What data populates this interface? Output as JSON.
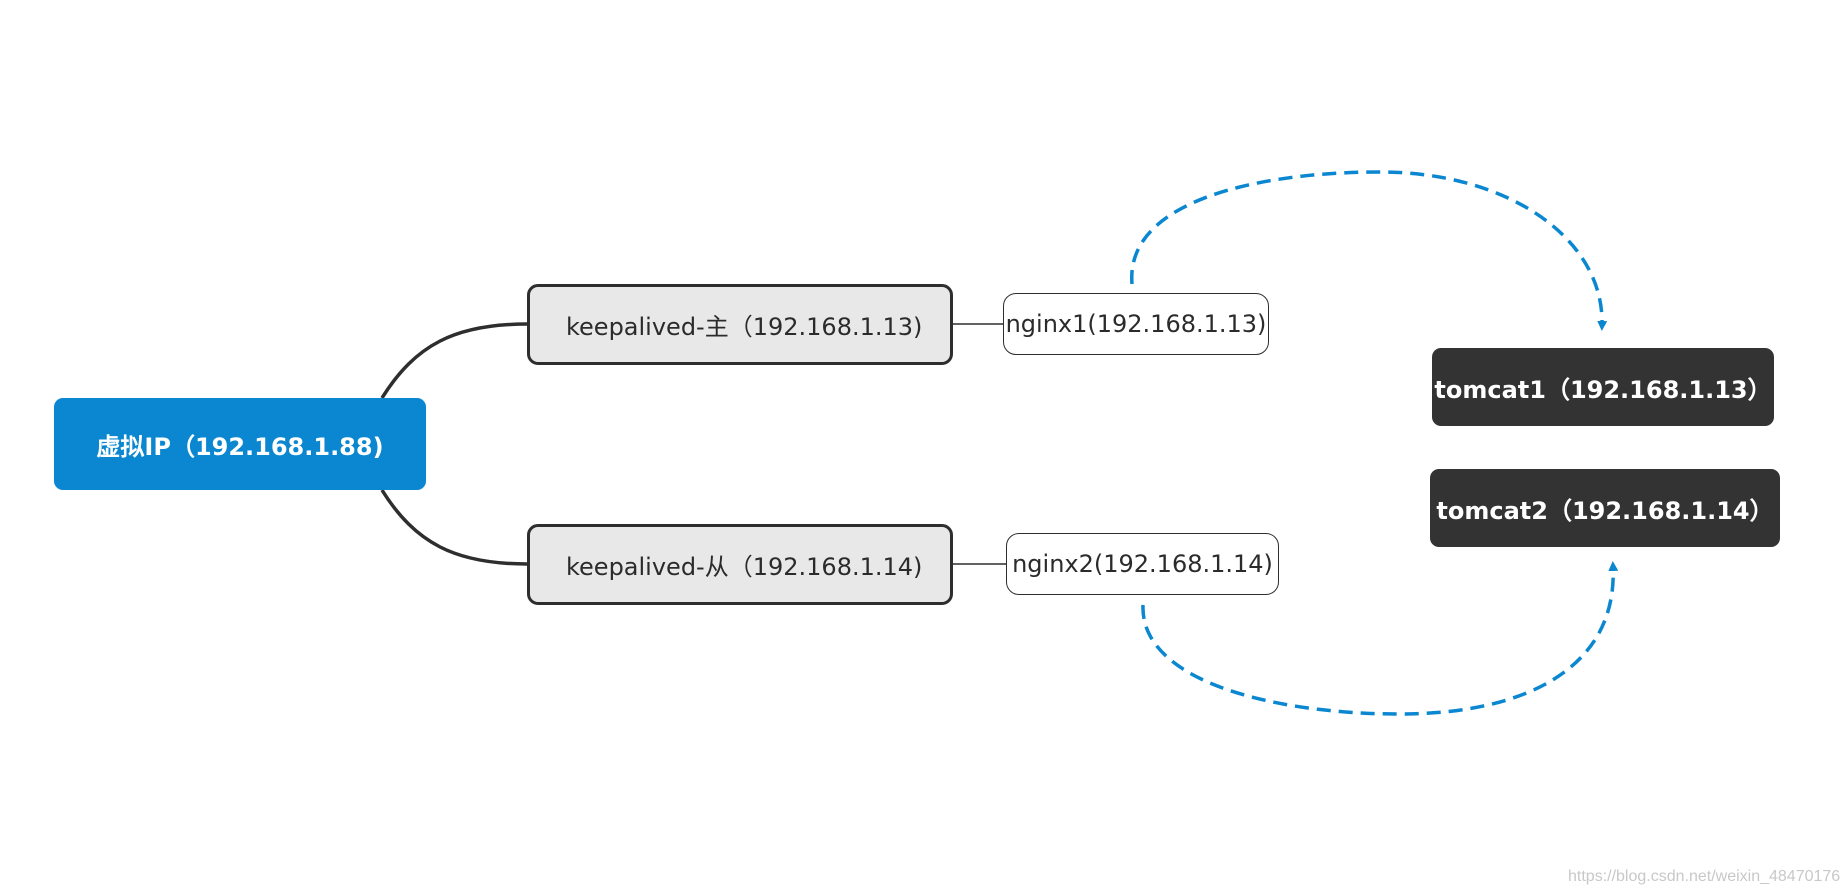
{
  "nodes": {
    "virtual_ip": "虚拟IP（192.168.1.88)",
    "keepalived_master": "keepalived-主（192.168.1.13)",
    "keepalived_slave": "keepalived-从（192.168.1.14)",
    "nginx1": "nginx1(192.168.1.13)",
    "nginx2": "nginx2(192.168.1.14)",
    "tomcat1": "tomcat1（192.168.1.13）",
    "tomcat2": "tomcat2（192.168.1.14）"
  },
  "watermark": "https://blog.csdn.net/weixin_48470176",
  "colors": {
    "vip_fill": "#0a87d0",
    "tomcat_fill": "#333333",
    "keepalived_fill": "#e8e8e8",
    "dashed_arrow": "#0a87d0",
    "connector": "#2e2e2e"
  }
}
